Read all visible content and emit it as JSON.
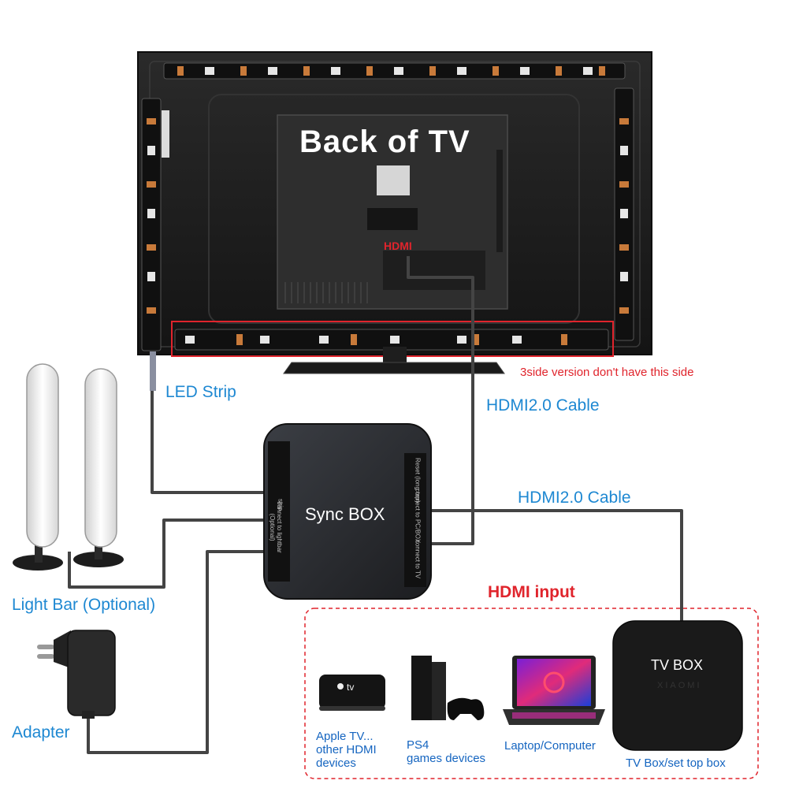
{
  "tv": {
    "title": "Back of TV",
    "hdmi_port_label": "HDMI",
    "note": "3side version don't have this side"
  },
  "labels": {
    "led_strip": "LED Strip",
    "hdmi_cable_1": "HDMI2.0 Cable",
    "hdmi_cable_2": "HDMI2.0 Cable",
    "light_bar": "Light Bar (Optional)",
    "adapter": "Adapter"
  },
  "sync_box": {
    "title": "Sync BOX",
    "left_port_1": "strip",
    "left_port_2": "connect to lightbar (Optional)",
    "right_port_1": "Reset (long tap)",
    "right_port_2": "connect to PC/BOX",
    "right_port_3": "connect to TV"
  },
  "hdmi_input": {
    "heading": "HDMI input",
    "devices": [
      {
        "line1": "Apple TV...",
        "line2": "other HDMI",
        "line3": "devices"
      },
      {
        "line1": "PS4",
        "line2": "games devices"
      },
      {
        "line1": "Laptop/Computer"
      },
      {
        "line1": "TV Box/set top box"
      }
    ],
    "tv_box_title": "TV BOX",
    "tv_box_brand": "XIAOMI"
  },
  "colors": {
    "label_blue": "#1e88d2",
    "accent_red": "#e0242c",
    "cable": "#444444"
  }
}
